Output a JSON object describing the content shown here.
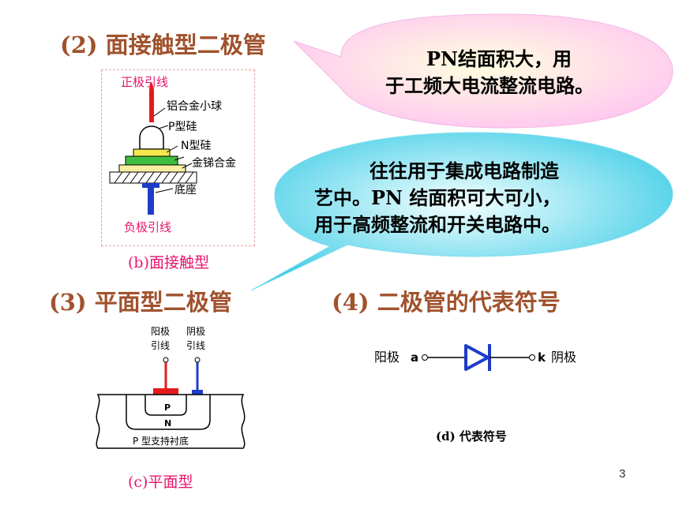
{
  "headings": {
    "junction": "(2)  面接触型二极管",
    "planar": "(3)  平面型二极管",
    "symbol": "(4) 二极管的代表符号"
  },
  "bubbles": {
    "pink": {
      "line1": "PN结面积大，用",
      "line2": "于工频大电流整流电路。"
    },
    "cyan": {
      "line1": "往往用于集成电路制造",
      "line2": "艺中。PN 结面积可大可小，",
      "line3": "用于高频整流和开关电路中。"
    }
  },
  "junction_diagram": {
    "labels": {
      "positive_lead": "正极引线",
      "al_ball": "铝合金小球",
      "p_si": "P型硅",
      "n_si": "N型硅",
      "au_sb": "金锑合金",
      "base": "底座",
      "negative_lead": "负极引线"
    },
    "caption": "(b)面接触型"
  },
  "planar_diagram": {
    "anode_label": [
      "阳极",
      "引线"
    ],
    "cathode_label": [
      "阴极",
      "引线"
    ],
    "p_label": "P",
    "n_label": "N",
    "substrate_label": "P 型支持衬底",
    "caption": "(c)平面型"
  },
  "symbol_diagram": {
    "anode": "阳极",
    "a": "a",
    "k": "k",
    "cathode": "阴极",
    "caption": "(d)  代表符号"
  },
  "page_number": "3",
  "colors": {
    "heading": "#A0522D",
    "caption": "#E8156B",
    "diode_symbol": "#1E3CC8",
    "pink_bubble": "#FFD0F0",
    "cyan_bubble": "#4DCFE8"
  }
}
